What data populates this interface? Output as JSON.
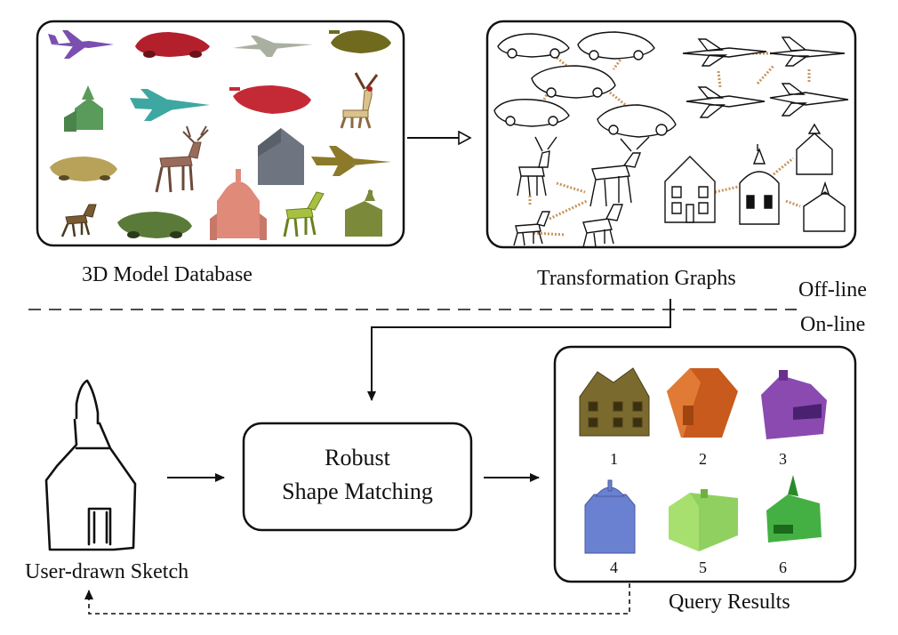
{
  "labels": {
    "database": "3D Model Database",
    "graphs": "Transformation Graphs",
    "offline": "Off-line",
    "online": "On-line",
    "matching_line1": "Robust",
    "matching_line2": "Shape Matching",
    "sketch": "User-drawn Sketch",
    "results": "Query Results"
  },
  "result_numbers": [
    "1",
    "2",
    "3",
    "4",
    "5",
    "6"
  ],
  "colors": {
    "jet_purple": "#7a4fb0",
    "car_red": "#b3202c",
    "jet_grey": "#aab0a0",
    "car_olive": "#6f6a1e",
    "church_green": "#5a9a5a",
    "jet_teal": "#3fa7a2",
    "deer_tan": "#d9c38a",
    "car_tan": "#b8a25a",
    "deer_brown": "#9a6a5a",
    "house_grey": "#6e7480",
    "jet_olive": "#8c7a2a",
    "church_pink": "#e08a7a",
    "horse_lime": "#a8c040",
    "church_olive": "#7a8a3a",
    "result_brown": "#7a6a2e",
    "result_orange": "#d86a2a",
    "result_purple": "#8a4ab0",
    "result_blue": "#6a80d0",
    "result_lime": "#90d060",
    "result_green": "#44b044",
    "graph_edge": "#c8945a"
  }
}
